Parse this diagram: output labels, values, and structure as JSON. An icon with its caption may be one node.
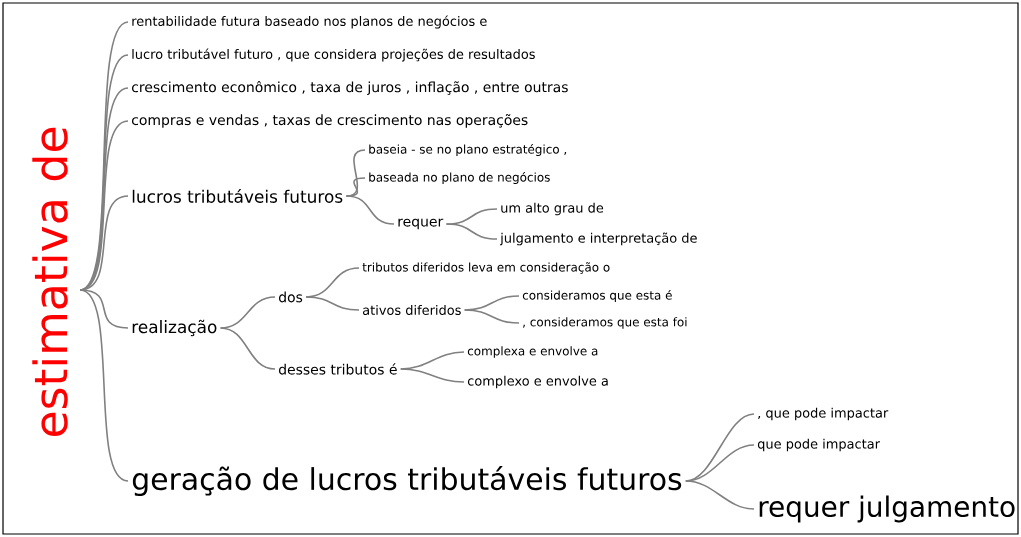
{
  "diagram": {
    "nodes": [
      {
        "text": [
          "estimativa de"
        ]
      },
      {
        "text": [
          "rentabilidade futura baseado nos planos de negócios e"
        ]
      },
      {
        "text": [
          "lucro tributável futuro , que considera projeções de resultados"
        ]
      },
      {
        "text": [
          "crescimento econômico , taxa de juros , inflação , entre outras"
        ]
      },
      {
        "text": [
          "compras e vendas , taxas de crescimento nas operações"
        ]
      },
      {
        "text": [
          "lucros tributáveis futuros"
        ]
      },
      {
        "text": [
          "baseia - se no plano estratégico ,"
        ]
      },
      {
        "text": [
          "baseada no plano de negócios"
        ]
      },
      {
        "text": [
          "requer"
        ]
      },
      {
        "text": [
          "um alto grau de"
        ]
      },
      {
        "text": [
          "julgamento e interpretação de"
        ]
      },
      {
        "text": [
          "realização"
        ]
      },
      {
        "text": [
          "dos"
        ]
      },
      {
        "text": [
          "tributos diferidos leva em consideração o"
        ]
      },
      {
        "text": [
          "ativos diferidos"
        ]
      },
      {
        "text": [
          "consideramos que esta é"
        ]
      },
      {
        "text": [
          ", consideramos que esta foi"
        ]
      },
      {
        "text": [
          "desses tributos é"
        ]
      },
      {
        "text": [
          "complexa e envolve a"
        ]
      },
      {
        "text": [
          "complexo e envolve a"
        ]
      },
      {
        "text": [
          "geração de lucros tributáveis futuros"
        ]
      },
      {
        "text": [
          ", que pode impactar"
        ]
      },
      {
        "text": [
          "que pode impactar"
        ]
      },
      {
        "text": [
          "requer julgamento"
        ]
      }
    ],
    "edges": [
      {
        "from": 0,
        "to": 1,
        "arrow": "none"
      },
      {
        "from": 0,
        "to": 2,
        "arrow": "none"
      },
      {
        "from": 0,
        "to": 3,
        "arrow": "none"
      },
      {
        "from": 0,
        "to": 4,
        "arrow": "none"
      },
      {
        "from": 0,
        "to": 5,
        "arrow": "none"
      },
      {
        "from": 5,
        "to": 6,
        "arrow": "none"
      },
      {
        "from": 5,
        "to": 7,
        "arrow": "none"
      },
      {
        "from": 5,
        "to": 8,
        "arrow": "none"
      },
      {
        "from": 8,
        "to": 9,
        "arrow": "none"
      },
      {
        "from": 8,
        "to": 10,
        "arrow": "none"
      },
      {
        "from": 0,
        "to": 11,
        "arrow": "none"
      },
      {
        "from": 11,
        "to": 12,
        "arrow": "none"
      },
      {
        "from": 12,
        "to": 13,
        "arrow": "none"
      },
      {
        "from": 12,
        "to": 14,
        "arrow": "none"
      },
      {
        "from": 14,
        "to": 15,
        "arrow": "none"
      },
      {
        "from": 14,
        "to": 16,
        "arrow": "none"
      },
      {
        "from": 11,
        "to": 17,
        "arrow": "none"
      },
      {
        "from": 17,
        "to": 18,
        "arrow": "none"
      },
      {
        "from": 17,
        "to": 19,
        "arrow": "none"
      },
      {
        "from": 0,
        "to": 20,
        "arrow": "none"
      },
      {
        "from": 20,
        "to": 21,
        "arrow": "none"
      },
      {
        "from": 20,
        "to": 22,
        "arrow": "none"
      },
      {
        "from": 20,
        "to": 23,
        "arrow": "none"
      }
    ]
  }
}
